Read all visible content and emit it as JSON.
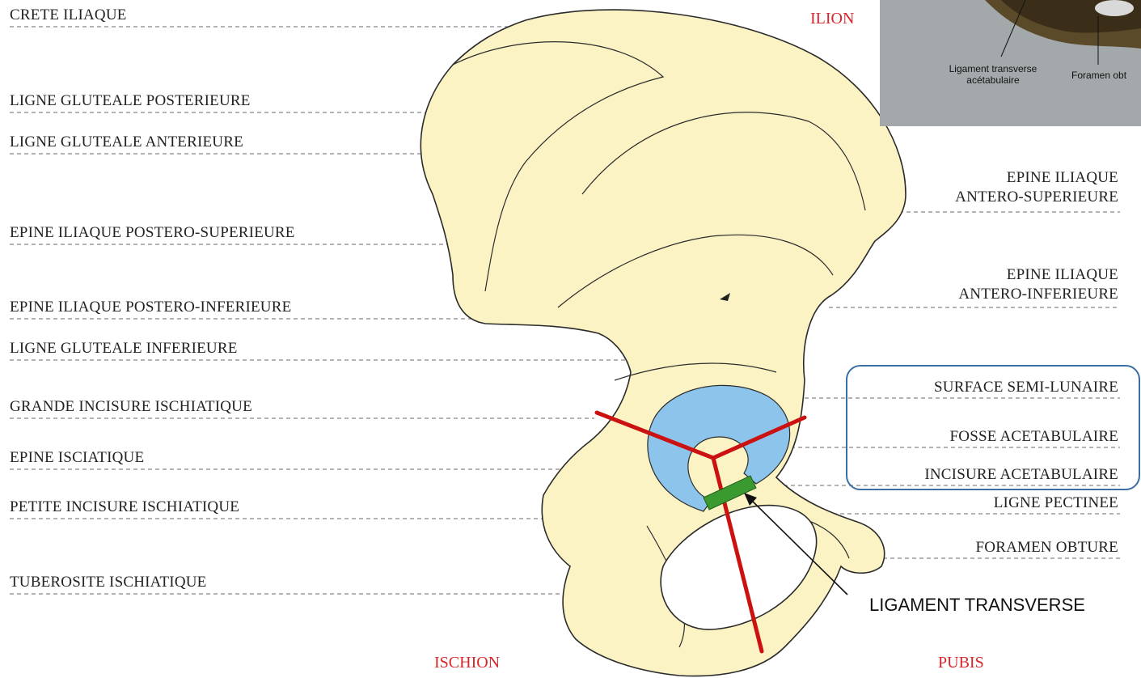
{
  "left_labels": [
    "CRETE ILIAQUE",
    "LIGNE GLUTEALE POSTERIEURE",
    "LIGNE GLUTEALE ANTERIEURE",
    "EPINE ILIAQUE POSTERO-SUPERIEURE",
    "EPINE ILIAQUE POSTERO-INFERIEURE",
    "LIGNE GLUTEALE INFERIEURE",
    "GRANDE INCISURE ISCHIATIQUE",
    "EPINE ISCIATIQUE",
    "PETITE INCISURE ISCHIATIQUE",
    "TUBEROSITE ISCHIATIQUE"
  ],
  "right_labels": [
    {
      "line1": "EPINE ILIAQUE",
      "line2": "ANTERO-SUPERIEURE"
    },
    {
      "line1": "EPINE ILIAQUE",
      "line2": "ANTERO-INFERIEURE"
    },
    {
      "line1": "SURFACE SEMI-LUNAIRE",
      "line2": ""
    },
    {
      "line1": "FOSSE ACETABULAIRE",
      "line2": ""
    },
    {
      "line1": "INCISURE ACETABULAIRE",
      "line2": ""
    },
    {
      "line1": "LIGNE PECTINEE",
      "line2": ""
    },
    {
      "line1": "FORAMEN OBTURE",
      "line2": ""
    }
  ],
  "regions": {
    "ilion": "ILION",
    "ischion": "ISCHION",
    "pubis": "PUBIS"
  },
  "callout": "LIGAMENT TRANSVERSE",
  "inset": {
    "caption_1_line1": "Ligament transverse",
    "caption_1_line2": "acétabulaire",
    "caption_2": "Foramen obt"
  },
  "colors": {
    "bone": "#fbf3c4",
    "outline": "#2b2b2b",
    "semilunar": "#8cc4ec",
    "triradiate": "#cc1111",
    "ligament": "#3a9a2f",
    "region_text": "#d8252a",
    "highlight_box": "#3a6ea5"
  }
}
